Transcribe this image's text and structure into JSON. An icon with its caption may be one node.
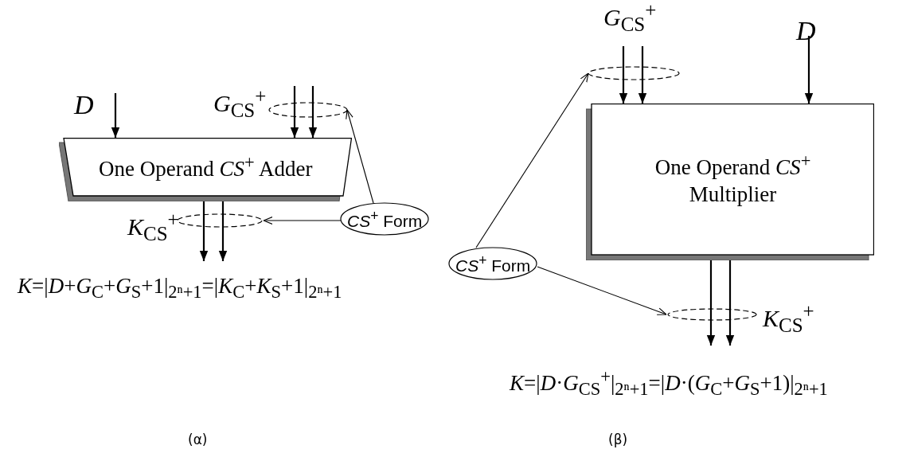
{
  "diagram": {
    "nodes": [
      {
        "text": [
          "One Operand *CS*$^{+}$ Adder"
        ]
      },
      {
        "text": [],
        "shape": "ellipse",
        "beside": [
          "*G*$_{CS}$$^{+}$"
        ]
      },
      {
        "text": [],
        "shape": "ellipse",
        "beside": [
          "*K*$_{CS}$$^{+}$"
        ]
      },
      {
        "text": [
          "*CS*$^{+}$ Form"
        ]
      },
      {
        "text": [
          "One Operand *CS*$^{+}$ Multiplier"
        ]
      },
      {
        "text": [],
        "shape": "ellipse",
        "beside": [
          "*G*$_{CS}$$^{+}$"
        ]
      },
      {
        "text": [],
        "shape": "ellipse",
        "beside": [
          "*K*$_{CS}$$^{+}$"
        ]
      },
      {
        "text": [
          "*CS*$^{+}$ Form"
        ]
      }
    ],
    "edges": [
      {
        "from": null,
        "to": 0,
        "arrow": "to",
        "label": "*D*"
      },
      {
        "from": null,
        "to": 0,
        "arrow": "to"
      },
      {
        "from": null,
        "to": 0,
        "arrow": "to"
      },
      {
        "from": 0,
        "to": null,
        "arrow": "to"
      },
      {
        "from": 0,
        "to": null,
        "arrow": "to"
      },
      {
        "from": 3,
        "to": 1,
        "arrow": "to"
      },
      {
        "from": 3,
        "to": 2,
        "arrow": "to"
      },
      {
        "from": null,
        "to": 4,
        "arrow": "to",
        "label": "*D*"
      },
      {
        "from": null,
        "to": 4,
        "arrow": "to"
      },
      {
        "from": null,
        "to": 4,
        "arrow": "to"
      },
      {
        "from": 4,
        "to": null,
        "arrow": "to"
      },
      {
        "from": 4,
        "to": null,
        "arrow": "to"
      },
      {
        "from": 7,
        "to": 5,
        "arrow": "to"
      },
      {
        "from": 7,
        "to": 6,
        "arrow": "to"
      }
    ],
    "labels": [
      "*K*=|*D*+*G*$_{C}$+*G*$_{S}$+1|$_{2ⁿ+1}$=|*K*$_{C}$+*K*$_{S}$+1|$_{2ⁿ+1}$",
      "*K*=|*D*·*G*$_{CS}$$^{+}$|$_{2ⁿ+1}$=|*D*·(*G*$_{C}$+*G*$_{S}$+1)|$_{2ⁿ+1}$",
      "(α)",
      "(β)"
    ]
  }
}
